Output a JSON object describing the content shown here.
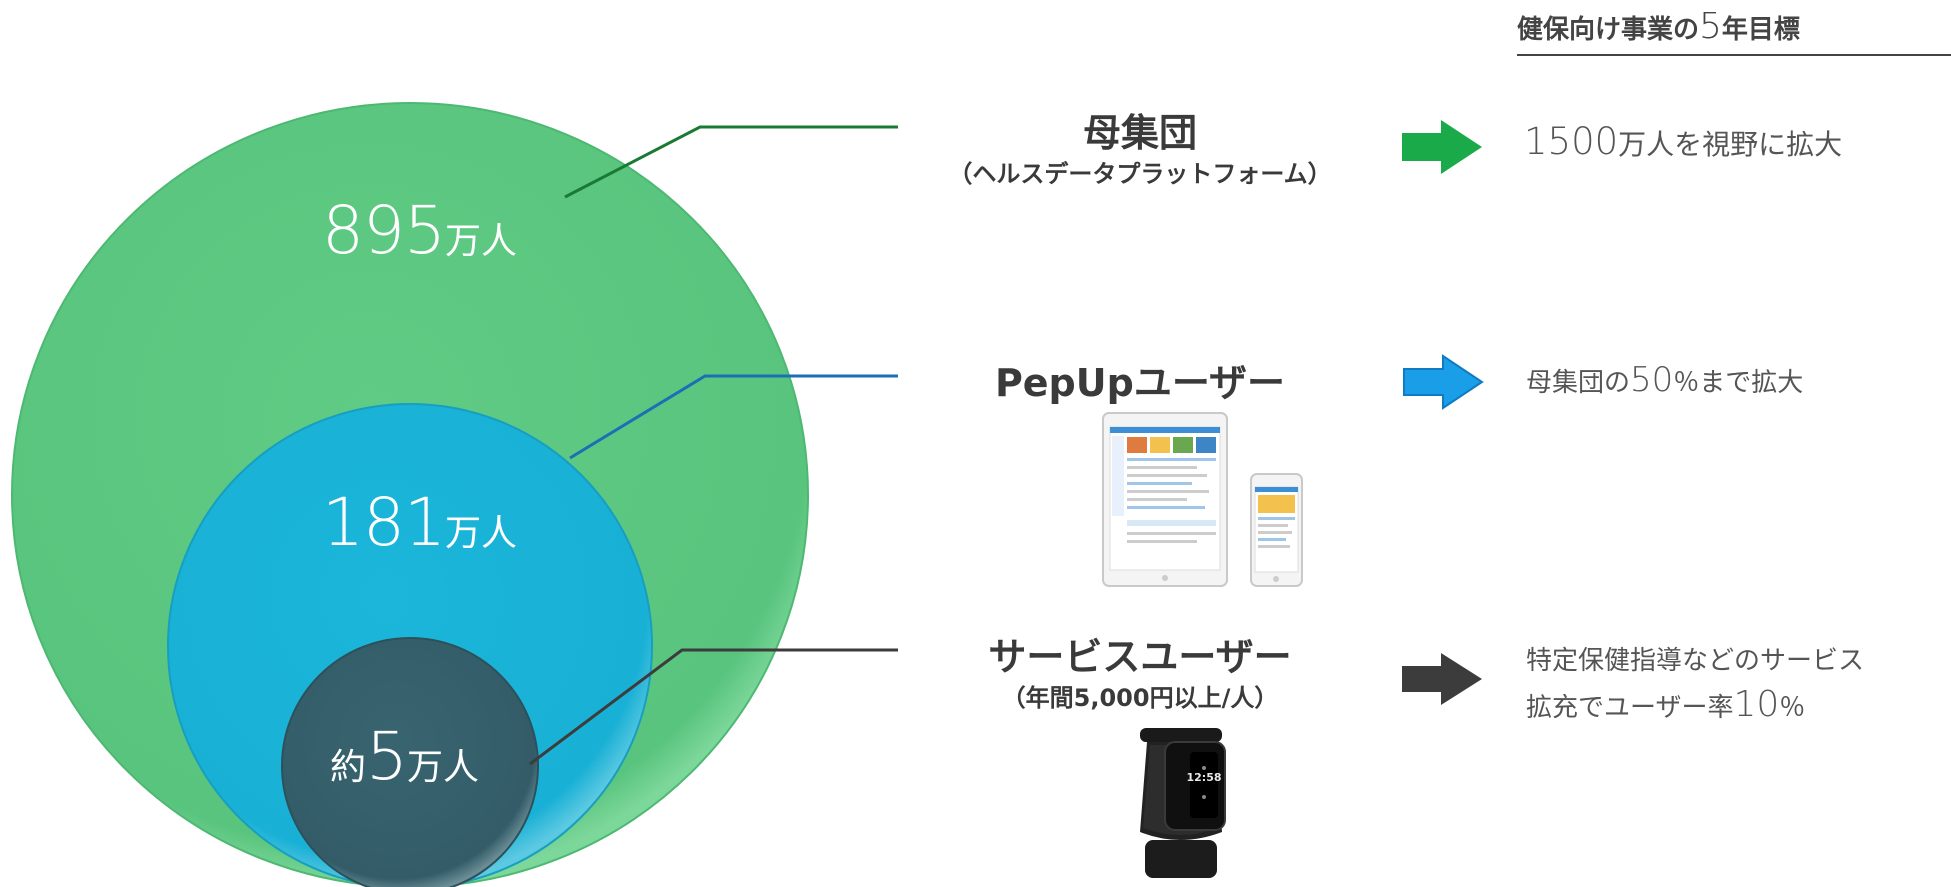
{
  "header": {
    "prefix": "健保向け事業の",
    "number": "5",
    "suffix": "年目標"
  },
  "tiers": [
    {
      "count_prefix": "",
      "count": "895",
      "unit": "万人",
      "title": "母集団",
      "subtitle": "（ヘルスデータプラットフォーム）",
      "goal_pre": "",
      "goal_num": "1500",
      "goal_post": "万人を視野に拡大",
      "circle_color": "#5cc77f",
      "arrow_color": "#1aaa4a"
    },
    {
      "count_prefix": "",
      "count": "181",
      "unit": "万人",
      "title": "PepUpユーザー",
      "subtitle": "",
      "goal_pre": "母集団の",
      "goal_num": "50",
      "goal_post": "％まで拡大",
      "circle_color": "#1db4d8",
      "arrow_color": "#1a9ee8"
    },
    {
      "count_prefix": "約",
      "count": "5",
      "unit": "万人",
      "title": "サービスユーザー",
      "subtitle": "（年間5,000円以上/人）",
      "goal_line1": "特定保健指導などのサービス",
      "goal_pre": "拡充でユーザー率",
      "goal_num": "10",
      "goal_post": "％",
      "circle_color": "#35606b",
      "arrow_color": "#3c3c3c"
    }
  ]
}
